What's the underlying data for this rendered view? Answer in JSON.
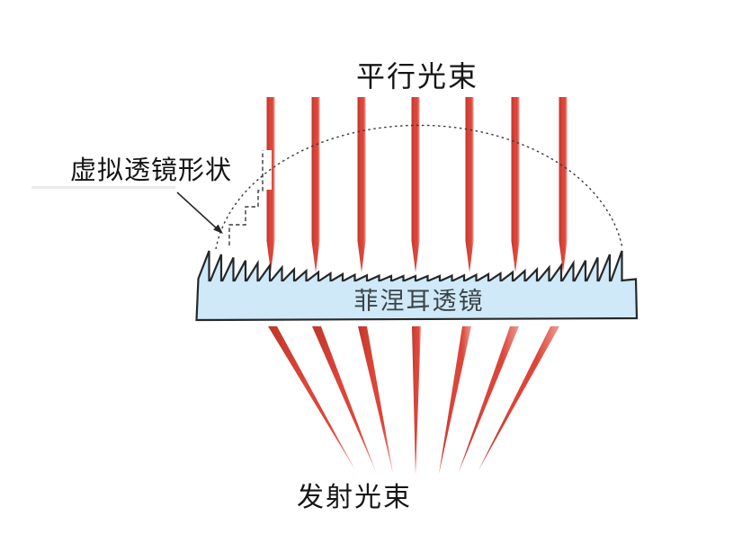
{
  "diagram": {
    "title": "平行光束",
    "virtual_lens_label": "虚拟透镜形状",
    "lens_label": "菲涅耳透镜",
    "emitted_label": "发射光束"
  },
  "beams": {
    "parallel_beam_count": 7,
    "emitted_beam_count": 7
  },
  "colors": {
    "background": "#ffffff",
    "beam_red": "#dc4539",
    "beam_red_dark": "#bf362b",
    "beam_red_light": "#ed9b91",
    "lens_fill": "#cfe9f8",
    "lens_outline": "#25282a",
    "dash_line": "#3a3a3a",
    "text": "#151515",
    "lens_text": "#3c4347"
  }
}
